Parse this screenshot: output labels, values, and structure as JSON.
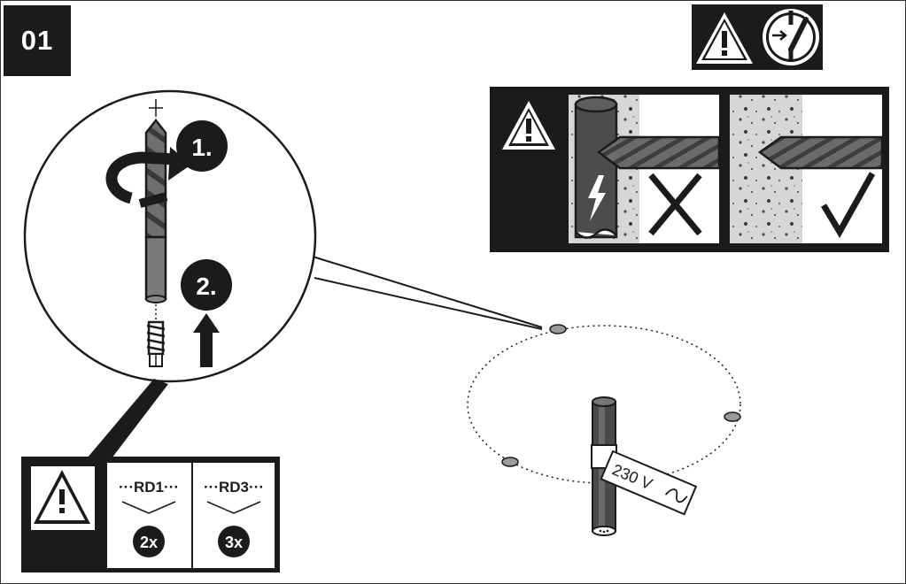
{
  "step": {
    "number": "01"
  },
  "magnified_view": {
    "step_1_label": "1.",
    "step_2_label": "2."
  },
  "anchor_table": {
    "columns": [
      {
        "type": "RD1",
        "header": "···RD1···",
        "quantity": "2x"
      },
      {
        "type": "RD3",
        "header": "···RD3···",
        "quantity": "3x"
      }
    ]
  },
  "cable_tag": {
    "voltage": "230 V"
  },
  "icons": {
    "top_right": [
      "warning-triangle-icon",
      "power-off-switch-icon"
    ],
    "drilling_panel": [
      "warning-triangle-icon",
      "lightning-icon",
      "cross-icon",
      "check-icon"
    ]
  },
  "colors": {
    "ink": "#1b1b1b",
    "pipe": "#555555",
    "wall": "#d4d4d4",
    "dowel_dot": "#9a9a9a"
  }
}
